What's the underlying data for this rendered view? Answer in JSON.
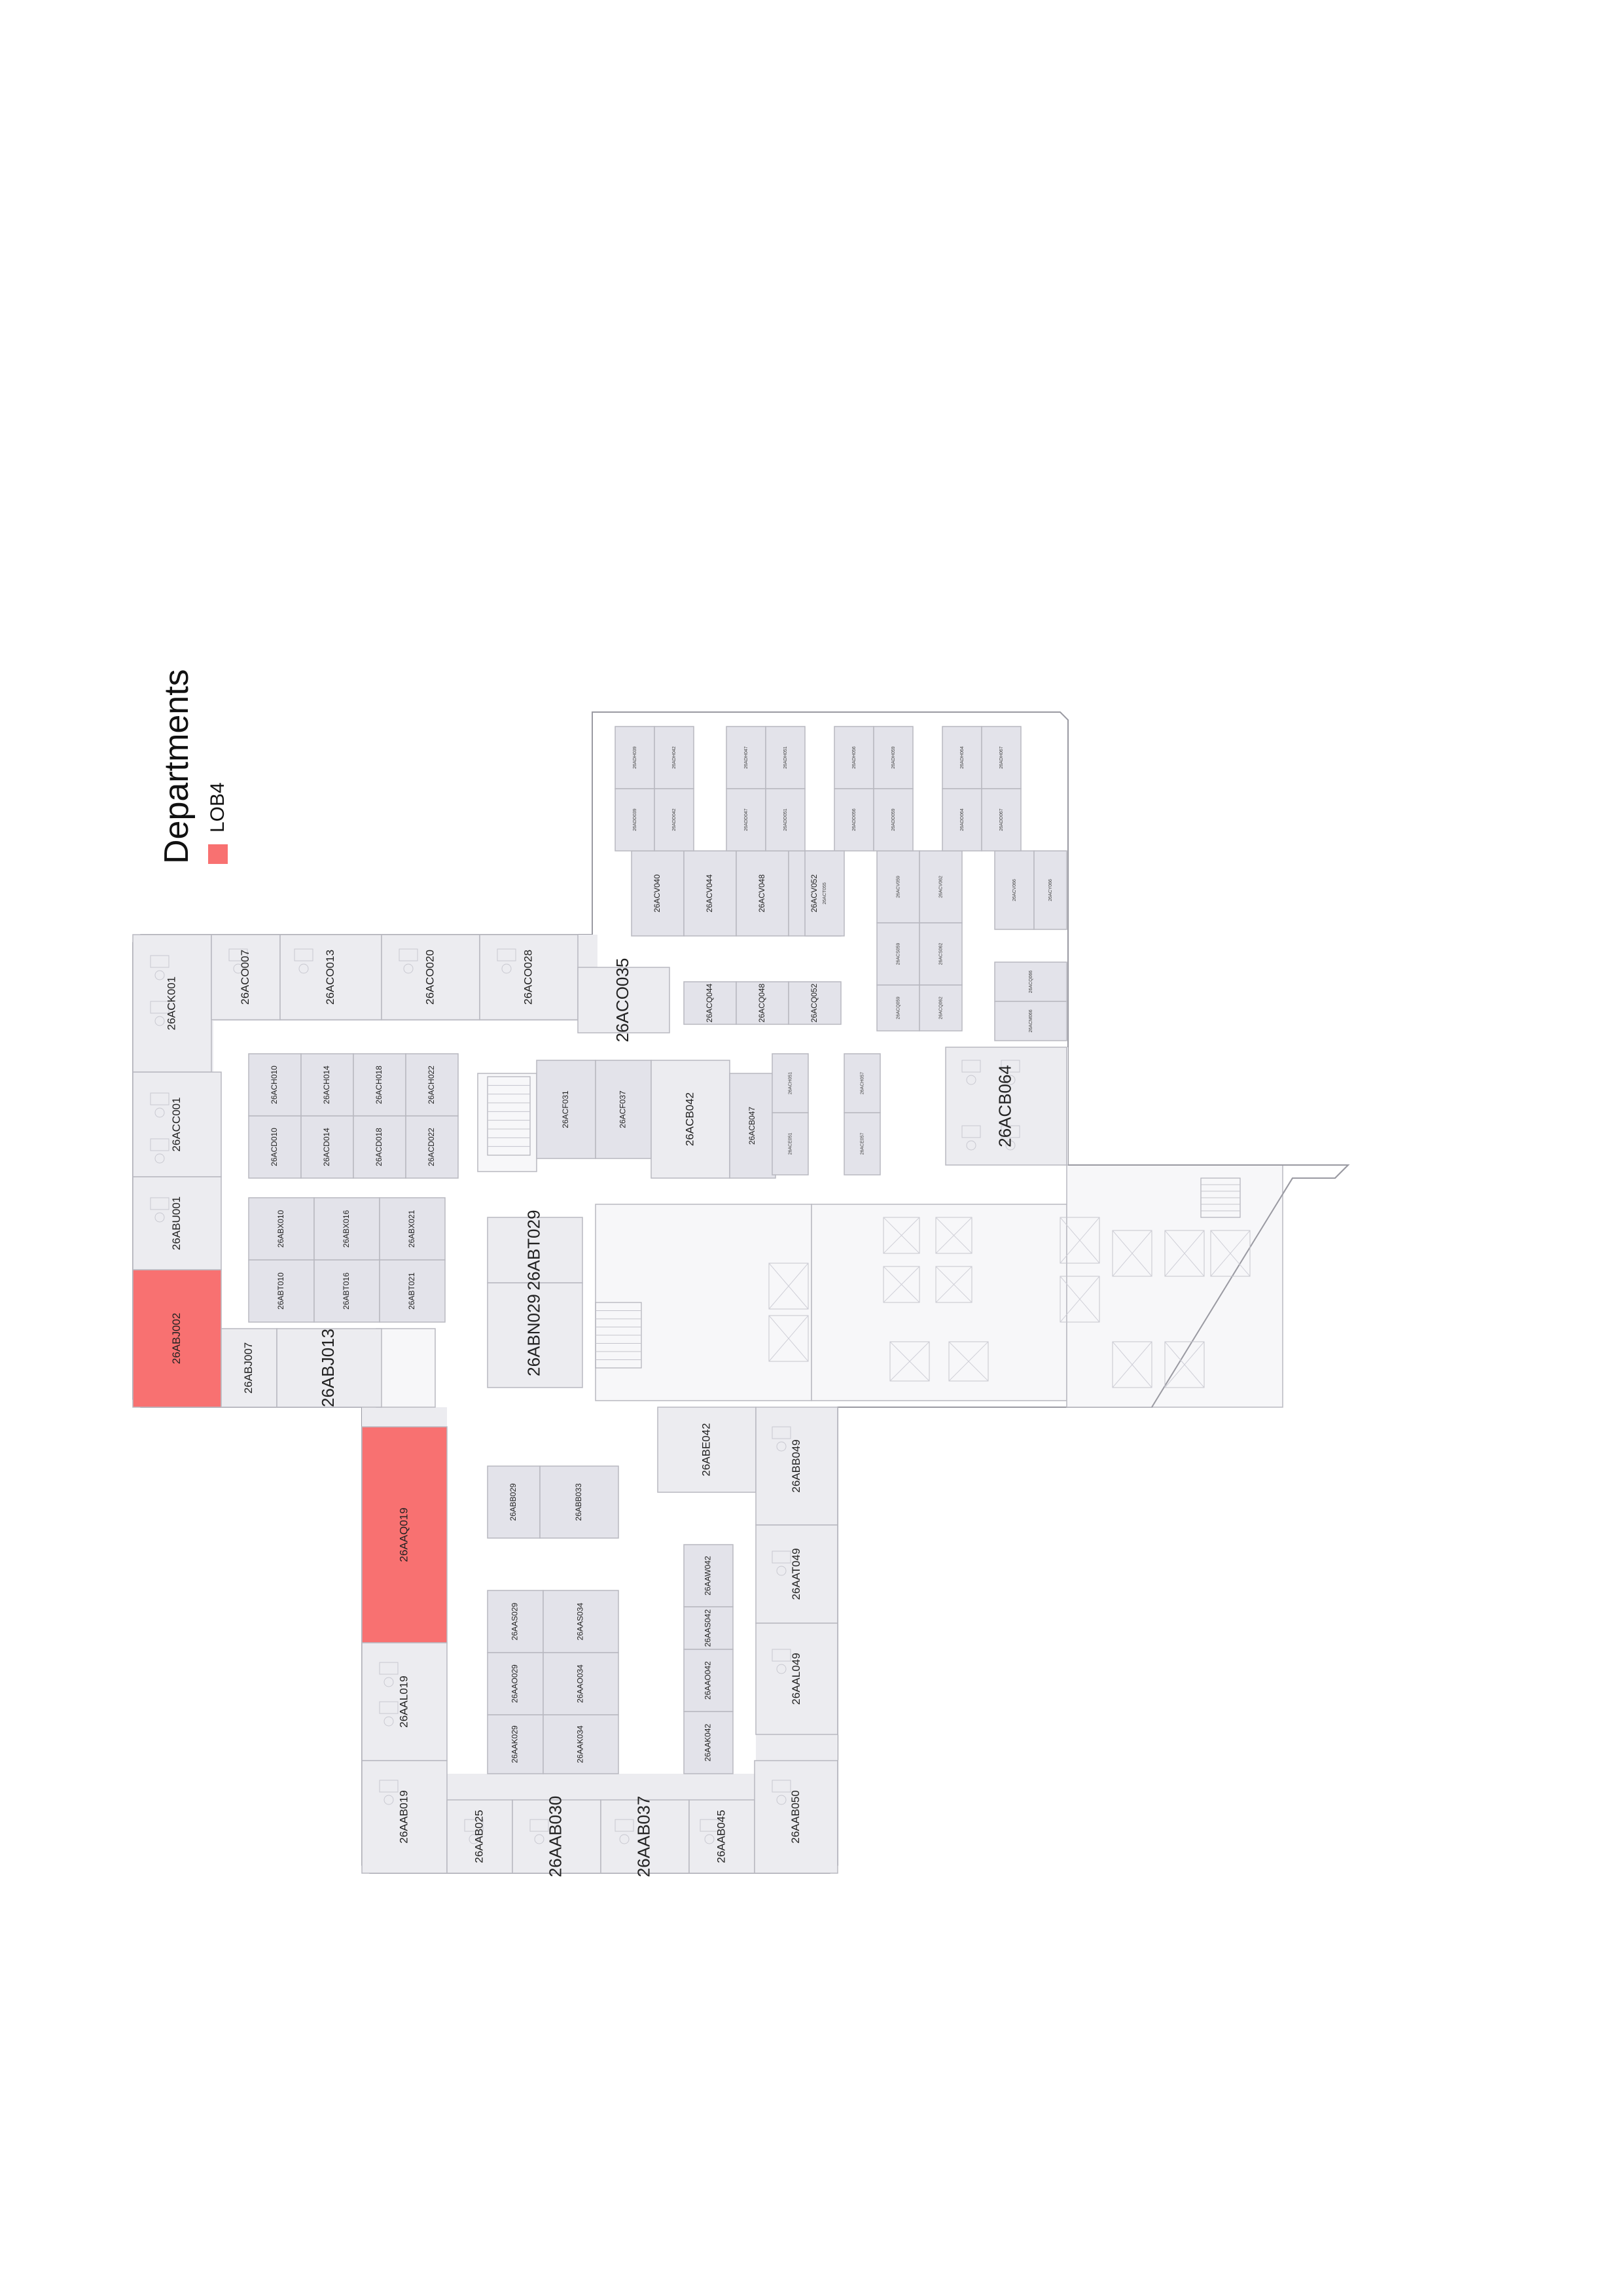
{
  "legend": {
    "title": "Departments",
    "items": [
      {
        "label": "LOB4",
        "color": "#f87171"
      }
    ]
  },
  "colors": {
    "highlight": "#f87171",
    "room_fill": "#ececf0",
    "room_fill_alt": "#e3e3ea",
    "wall": "#b8b8c0",
    "corridor": "#ffffff"
  },
  "rooms": [
    {
      "id": "26ABJ002",
      "department": "LOB4"
    },
    {
      "id": "26AAQ019",
      "department": "LOB4"
    },
    {
      "id": "26ACK001"
    },
    {
      "id": "26ACO007"
    },
    {
      "id": "26ACO013"
    },
    {
      "id": "26ACO020"
    },
    {
      "id": "26ACO028"
    },
    {
      "id": "26ACO035"
    },
    {
      "id": "26ACC001"
    },
    {
      "id": "26ABU001"
    },
    {
      "id": "26ABJ007"
    },
    {
      "id": "26ABJ013"
    },
    {
      "id": "26ABT029"
    },
    {
      "id": "26ABN029"
    },
    {
      "id": "26ACF031"
    },
    {
      "id": "26ACF037"
    },
    {
      "id": "26ACB042"
    },
    {
      "id": "26ACB047"
    },
    {
      "id": "26ACB064"
    },
    {
      "id": "26ABE042"
    },
    {
      "id": "26ABB049"
    },
    {
      "id": "26AAT049"
    },
    {
      "id": "26AAL049"
    },
    {
      "id": "26AAL019"
    },
    {
      "id": "26AAB019"
    },
    {
      "id": "26AAB025"
    },
    {
      "id": "26AAB030"
    },
    {
      "id": "26AAB037"
    },
    {
      "id": "26AAB045"
    },
    {
      "id": "26AAB050"
    },
    {
      "id": "26ABB029"
    },
    {
      "id": "26ABB033"
    },
    {
      "id": "26ACH010"
    },
    {
      "id": "26ACH014"
    },
    {
      "id": "26ACH018"
    },
    {
      "id": "26ACH022"
    },
    {
      "id": "26ACD010"
    },
    {
      "id": "26ACD014"
    },
    {
      "id": "26ACD018"
    },
    {
      "id": "26ACD022"
    },
    {
      "id": "26ABX010"
    },
    {
      "id": "26ABX016"
    },
    {
      "id": "26ABX021"
    },
    {
      "id": "26ABT010"
    },
    {
      "id": "26ABT016"
    },
    {
      "id": "26ABT021"
    },
    {
      "id": "26AAS029"
    },
    {
      "id": "26AAS034"
    },
    {
      "id": "26AAO029"
    },
    {
      "id": "26AAO034"
    },
    {
      "id": "26AAK029"
    },
    {
      "id": "26AAK034"
    },
    {
      "id": "26AAW042"
    },
    {
      "id": "26AAS042"
    },
    {
      "id": "26AAO042"
    },
    {
      "id": "26AAK042"
    },
    {
      "id": "26ACV040"
    },
    {
      "id": "26ACV044"
    },
    {
      "id": "26ACV048"
    },
    {
      "id": "26ACV052"
    },
    {
      "id": "26ACQ044"
    },
    {
      "id": "26ACQ048"
    },
    {
      "id": "26ACQ052"
    },
    {
      "id": "26ACV059"
    },
    {
      "id": "26ACV062"
    },
    {
      "id": "26ACS059"
    },
    {
      "id": "26ACS062"
    },
    {
      "id": "26ACQ059"
    },
    {
      "id": "26ACQ062"
    },
    {
      "id": "26ACV066"
    },
    {
      "id": "26ACY066"
    },
    {
      "id": "26ACQ066"
    },
    {
      "id": "26ACM066"
    },
    {
      "id": "26ADH039"
    },
    {
      "id": "26ADH042"
    },
    {
      "id": "26ADH047"
    },
    {
      "id": "26ADH051"
    },
    {
      "id": "26ADH056"
    },
    {
      "id": "26ADH059"
    },
    {
      "id": "26ADH064"
    },
    {
      "id": "26ADH067"
    },
    {
      "id": "26ADD039"
    },
    {
      "id": "26ADD042"
    },
    {
      "id": "26ADD047"
    },
    {
      "id": "26ADD051"
    },
    {
      "id": "26ADD056"
    },
    {
      "id": "26ADD059"
    },
    {
      "id": "26ADD064"
    },
    {
      "id": "26ADD067"
    },
    {
      "id": "26ACE051"
    },
    {
      "id": "26ACE057"
    },
    {
      "id": "26ACH051"
    },
    {
      "id": "26ACH057"
    },
    {
      "id": "26ACT055"
    }
  ]
}
